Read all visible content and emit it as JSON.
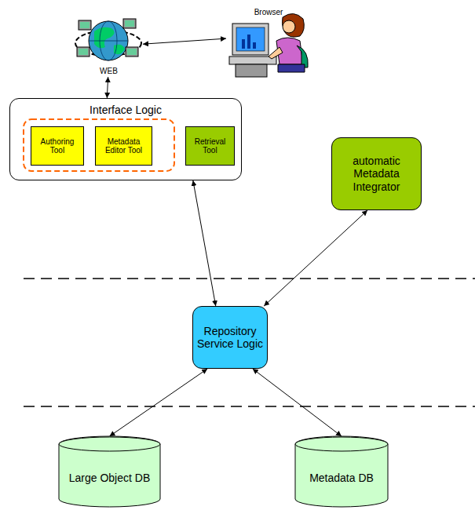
{
  "diagram": {
    "nodes": [
      {
        "text": [
          "Browser"
        ]
      },
      {
        "text": [
          "WEB"
        ]
      },
      {
        "text": [
          "Interface Logic"
        ]
      },
      {
        "text": [
          "Authoring Tool"
        ],
        "in": 2
      },
      {
        "text": [
          "Metadata Editor Tool"
        ],
        "in": 2
      },
      {
        "text": [
          "Retrieval Tool"
        ],
        "in": 2
      },
      {
        "text": [
          "automatic Metadata Integrator"
        ]
      },
      {
        "text": [
          "Repository Service Logic"
        ]
      },
      {
        "text": [
          "Large Object DB"
        ]
      },
      {
        "text": [
          "Metadata DB"
        ]
      }
    ],
    "edges": [
      {
        "from": 1,
        "to": 0,
        "arrow": "both"
      },
      {
        "from": 1,
        "to": 2,
        "arrow": "both"
      },
      {
        "from": 2,
        "to": 7,
        "arrow": "both"
      },
      {
        "from": 6,
        "to": 7,
        "arrow": "both"
      },
      {
        "from": 7,
        "to": 8,
        "arrow": "both"
      },
      {
        "from": 7,
        "to": 9,
        "arrow": "both"
      }
    ]
  }
}
